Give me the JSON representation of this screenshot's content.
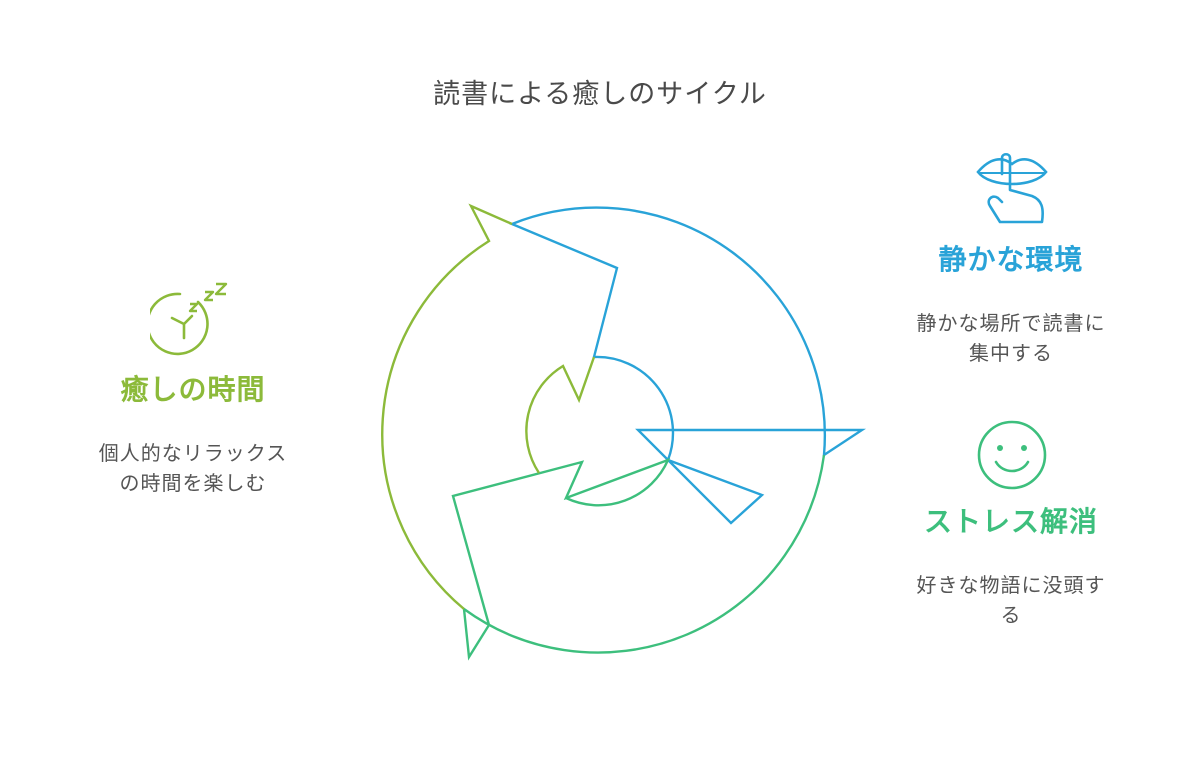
{
  "title": "読書による癒しのサイクル",
  "colors": {
    "blue": "#29a3d8",
    "green": "#3dbf7d",
    "lime": "#8cba3a"
  },
  "steps": {
    "quiet": {
      "label": "静かな環境",
      "desc1": "静かな場所で読書に",
      "desc2": "集中する",
      "icon": "shush-lips-icon"
    },
    "relief": {
      "label": "ストレス解消",
      "desc1": "好きな物語に没頭す",
      "desc2": "る",
      "icon": "smiley-face-icon"
    },
    "rest": {
      "label": "癒しの時間",
      "desc1": "個人的なリラックス",
      "desc2": "の時間を楽しむ",
      "icon": "sleep-clock-icon"
    }
  }
}
